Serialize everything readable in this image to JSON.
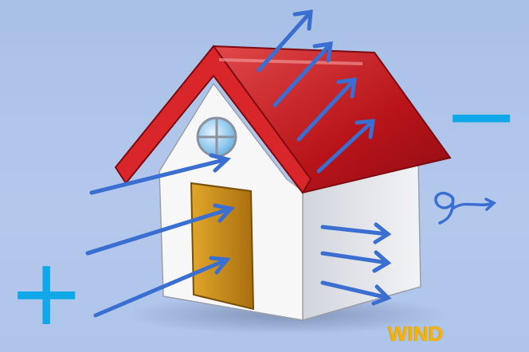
{
  "diagram": {
    "labels": [
      "+",
      "−",
      "WIND"
    ]
  }
}
